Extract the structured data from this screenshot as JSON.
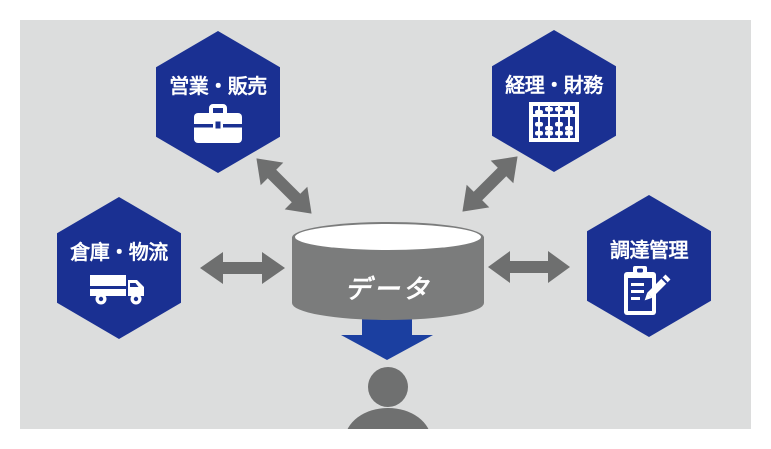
{
  "colors": {
    "stage_bg": "#dcdddd",
    "hexagon_blue": "#1a3092",
    "arrow_blue": "#1b3fa0",
    "connector_gray": "#6e6f6f",
    "cylinder_gray": "#7b7c7c",
    "cylinder_top_white": "#ffffff",
    "person_gray": "#6f7070",
    "label_white": "#ffffff"
  },
  "center": {
    "label": "データ",
    "shape": "database-cylinder"
  },
  "nodes": [
    {
      "id": "sales",
      "label": "営業・販売",
      "icon": "briefcase-icon",
      "position": "top-left"
    },
    {
      "id": "finance",
      "label": "経理・財務",
      "icon": "abacus-icon",
      "position": "top-right"
    },
    {
      "id": "warehouse",
      "label": "倉庫・物流",
      "icon": "truck-icon",
      "position": "middle-left"
    },
    {
      "id": "procurement",
      "label": "調達管理",
      "icon": "clipboard-pencil-icon",
      "position": "middle-right"
    }
  ],
  "connectors": [
    {
      "from": "sales",
      "to": "center",
      "type": "double-arrow",
      "orientation": "diagonal-down-right"
    },
    {
      "from": "finance",
      "to": "center",
      "type": "double-arrow",
      "orientation": "diagonal-down-left"
    },
    {
      "from": "warehouse",
      "to": "center",
      "type": "double-arrow",
      "orientation": "horizontal"
    },
    {
      "from": "procurement",
      "to": "center",
      "type": "double-arrow",
      "orientation": "horizontal"
    },
    {
      "from": "center",
      "to": "person",
      "type": "single-arrow",
      "orientation": "down"
    }
  ],
  "person": {
    "shape": "person-silhouette"
  }
}
